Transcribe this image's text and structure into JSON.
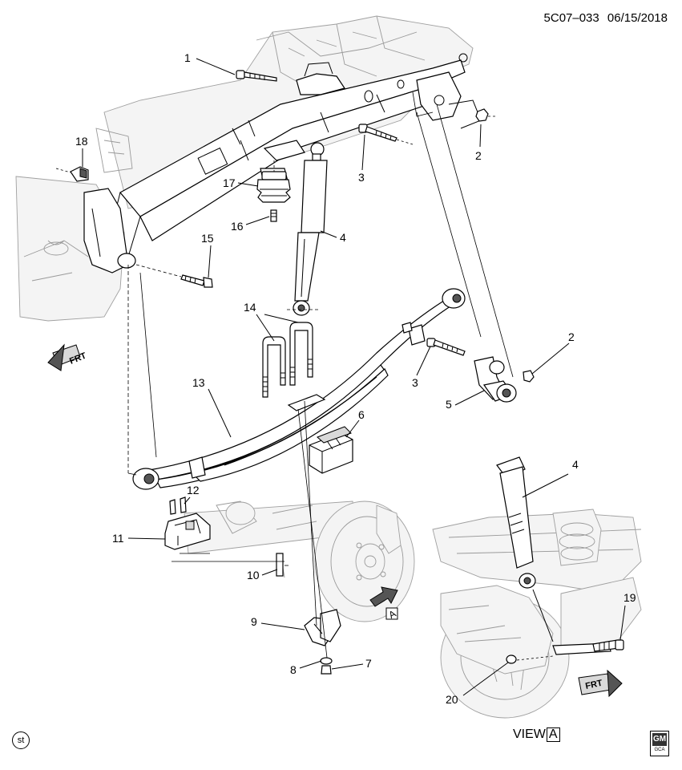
{
  "header": {
    "doc_code": "5C07–033",
    "date": "06/15/2018"
  },
  "callouts": [
    "1",
    "2",
    "2",
    "3",
    "3",
    "4",
    "4",
    "4",
    "5",
    "6",
    "7",
    "8",
    "9",
    "10",
    "11",
    "12",
    "13",
    "14",
    "15",
    "16",
    "17",
    "18",
    "19",
    "20"
  ],
  "frt_label_left": "FRT",
  "frt_label_right": "FRT",
  "view_marker": "A",
  "view_label": "VIEW",
  "view_box_letter": "A",
  "st_badge": "st",
  "gm_logo": {
    "line1": "GM",
    "line2": "GCA"
  }
}
